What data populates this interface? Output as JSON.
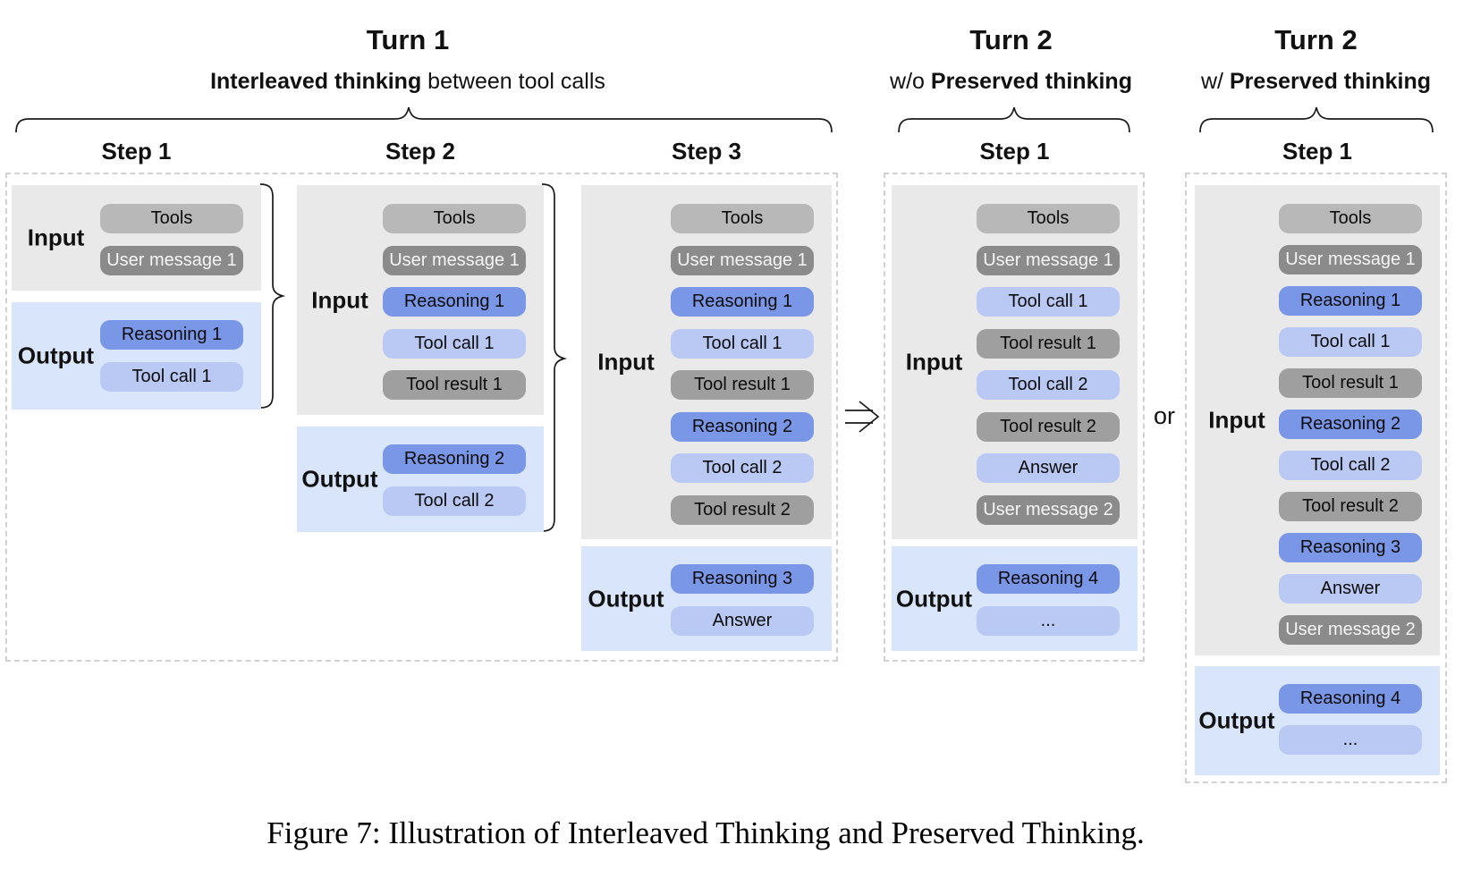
{
  "labels": {
    "input": "Input",
    "output": "Output"
  },
  "connector": {
    "or_label": "or"
  },
  "caption": "Figure 7: Illustration of Interleaved Thinking and Preserved Thinking.",
  "colors": {
    "tools": "#b8b8b8",
    "user_message": "#8b8b8b",
    "tool_result": "#9f9f9f",
    "reasoning": "#7a97e7",
    "tool_call": "#b9c9f4",
    "input_bg": "#e9e9e9",
    "output_bg": "#d9e5fb"
  },
  "groups": [
    {
      "title": "Turn 1",
      "subtitle_parts": [
        {
          "text": "Interleaved thinking",
          "bold": true
        },
        {
          "text": " between tool calls",
          "bold": false
        }
      ],
      "steps": [
        {
          "label": "Step 1",
          "input_pills": [
            {
              "type": "tools",
              "label": "Tools"
            },
            {
              "type": "user",
              "label": "User message 1"
            }
          ],
          "output_pills": [
            {
              "type": "reasoning",
              "label": "Reasoning 1"
            },
            {
              "type": "call",
              "label": "Tool call 1"
            }
          ]
        },
        {
          "label": "Step 2",
          "input_pills": [
            {
              "type": "tools",
              "label": "Tools"
            },
            {
              "type": "user",
              "label": "User message 1"
            },
            {
              "type": "reasoning",
              "label": "Reasoning 1"
            },
            {
              "type": "call",
              "label": "Tool call 1"
            },
            {
              "type": "result",
              "label": "Tool result 1"
            }
          ],
          "output_pills": [
            {
              "type": "reasoning",
              "label": "Reasoning 2"
            },
            {
              "type": "call",
              "label": "Tool call 2"
            }
          ]
        },
        {
          "label": "Step 3",
          "input_pills": [
            {
              "type": "tools",
              "label": "Tools"
            },
            {
              "type": "user",
              "label": "User message 1"
            },
            {
              "type": "reasoning",
              "label": "Reasoning 1"
            },
            {
              "type": "call",
              "label": "Tool call 1"
            },
            {
              "type": "result",
              "label": "Tool result 1"
            },
            {
              "type": "reasoning",
              "label": "Reasoning 2"
            },
            {
              "type": "call",
              "label": "Tool call 2"
            },
            {
              "type": "result",
              "label": "Tool result 2"
            }
          ],
          "output_pills": [
            {
              "type": "reasoning",
              "label": "Reasoning 3"
            },
            {
              "type": "call",
              "label": "Answer"
            }
          ]
        }
      ]
    },
    {
      "title": "Turn 2",
      "subtitle_parts": [
        {
          "text": "w/o ",
          "bold": false
        },
        {
          "text": "Preserved thinking",
          "bold": true
        }
      ],
      "steps": [
        {
          "label": "Step 1",
          "input_pills": [
            {
              "type": "tools",
              "label": "Tools"
            },
            {
              "type": "user",
              "label": "User message 1"
            },
            {
              "type": "call",
              "label": "Tool call 1"
            },
            {
              "type": "result",
              "label": "Tool result 1"
            },
            {
              "type": "call",
              "label": "Tool call 2"
            },
            {
              "type": "result",
              "label": "Tool result 2"
            },
            {
              "type": "call",
              "label": "Answer"
            },
            {
              "type": "user",
              "label": "User message 2"
            }
          ],
          "output_pills": [
            {
              "type": "reasoning",
              "label": "Reasoning 4"
            },
            {
              "type": "call",
              "label": "..."
            }
          ]
        }
      ]
    },
    {
      "title": "Turn 2",
      "subtitle_parts": [
        {
          "text": "w/ ",
          "bold": false
        },
        {
          "text": "Preserved thinking",
          "bold": true
        }
      ],
      "steps": [
        {
          "label": "Step 1",
          "input_pills": [
            {
              "type": "tools",
              "label": "Tools"
            },
            {
              "type": "user",
              "label": "User message 1"
            },
            {
              "type": "reasoning",
              "label": "Reasoning 1"
            },
            {
              "type": "call",
              "label": "Tool call 1"
            },
            {
              "type": "result",
              "label": "Tool result 1"
            },
            {
              "type": "reasoning",
              "label": "Reasoning 2"
            },
            {
              "type": "call",
              "label": "Tool call 2"
            },
            {
              "type": "result",
              "label": "Tool result 2"
            },
            {
              "type": "reasoning",
              "label": "Reasoning 3"
            },
            {
              "type": "call",
              "label": "Answer"
            },
            {
              "type": "user",
              "label": "User message 2"
            }
          ],
          "output_pills": [
            {
              "type": "reasoning",
              "label": "Reasoning 4"
            },
            {
              "type": "call",
              "label": "..."
            }
          ]
        }
      ]
    }
  ]
}
